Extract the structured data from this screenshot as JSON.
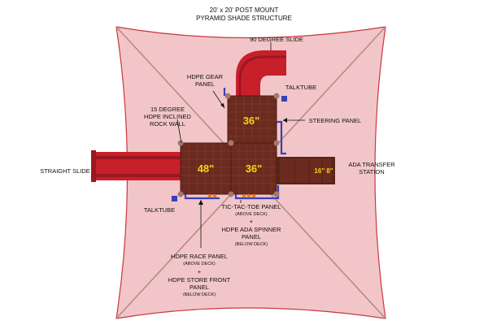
{
  "title": {
    "line1": "20' x 20' POST MOUNT",
    "line2": "PYRAMID SHADE STRUCTURE"
  },
  "labels": {
    "slide_90": "90 DEGREE SLIDE",
    "gear_panel_1": "HDPE GEAR",
    "gear_panel_2": "PANEL",
    "talktube_top": "TALKTUBE",
    "rock_wall_1": "15 DEGREE",
    "rock_wall_2": "HDPE INCLINED",
    "rock_wall_3": "ROCK WALL",
    "steering_panel": "STEERING PANEL",
    "straight_slide": "STRAIGHT SLIDE",
    "ada_1": "ADA TRANSFER",
    "ada_2": "STATION",
    "talktube_bottom": "TALKTUBE",
    "tictac_1": "TIC-TAC-TOE PANEL",
    "tictac_2": "(ABOVE DECK)",
    "tictac_plus": "+",
    "tictac_3": "HDPE ADA SPINNER",
    "tictac_4": "PANEL",
    "tictac_5": "(BELOW DECK)",
    "race_1": "HDPE RACE PANEL",
    "race_2": "(ABOVE DECK)",
    "race_plus": "+",
    "race_3": "HDPE STORE FRONT",
    "race_4": "PANEL",
    "race_5": "(BELOW DECK)"
  },
  "decks": {
    "top": "36\"",
    "left": "48\"",
    "center": "36\"",
    "transfer": "16\" 8\""
  },
  "colors": {
    "canopy_fill": "#f2c6c8",
    "canopy_stroke": "#c8373f",
    "deck_brown": "#6b2a1f",
    "slide_red": "#c8202b",
    "frame_blue": "#3a3fb8",
    "post_gray": "#a07a6a",
    "deck_text": "#f3d31a"
  }
}
